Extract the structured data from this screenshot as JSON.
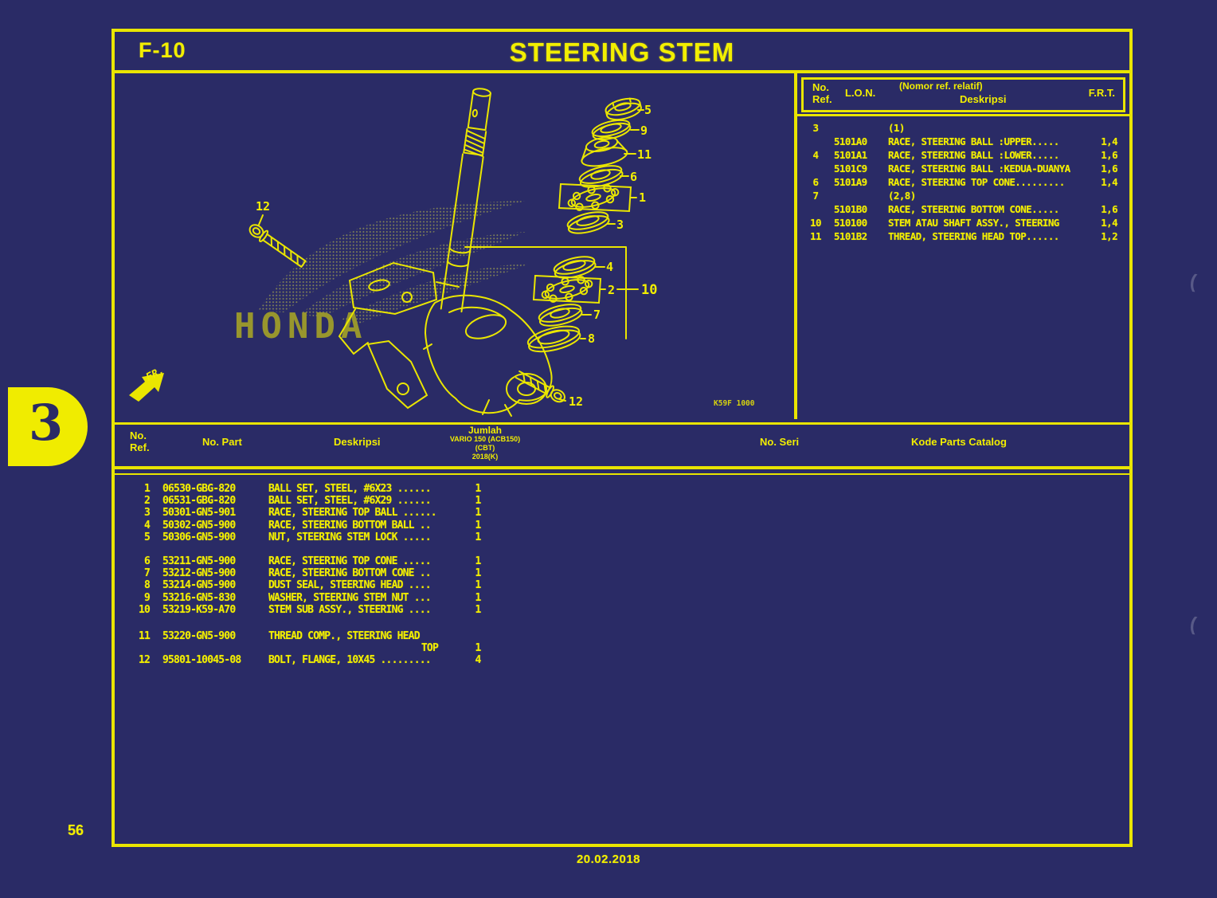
{
  "page": {
    "section_code": "F-10",
    "title": "STEERING STEM",
    "page_number": "56",
    "date": "20.02.2018",
    "tab_number": "3"
  },
  "ref_table": {
    "headers": {
      "no": "No.",
      "ref": "Ref.",
      "lon": "L.O.N.",
      "relatif": "(Nomor ref. relatif)",
      "deskripsi": "Deskripsi",
      "frt": "F.R.T."
    },
    "rows": [
      {
        "no_ref": "3",
        "lon": "",
        "desc": "(1)",
        "frt": ""
      },
      {
        "no_ref": "",
        "lon": "5101A0",
        "desc": "RACE, STEERING BALL :UPPER.....",
        "frt": "1,4"
      },
      {
        "no_ref": "4",
        "lon": "5101A1",
        "desc": "RACE, STEERING BALL :LOWER.....",
        "frt": "1,6"
      },
      {
        "no_ref": "",
        "lon": "5101C9",
        "desc": "RACE, STEERING BALL :KEDUA-DUANYA",
        "frt": "1,6"
      },
      {
        "no_ref": "6",
        "lon": "5101A9",
        "desc": "RACE, STEERING TOP CONE.........",
        "frt": "1,4"
      },
      {
        "no_ref": "7",
        "lon": "",
        "desc": "(2,8)",
        "frt": ""
      },
      {
        "no_ref": "",
        "lon": "5101B0",
        "desc": "RACE, STEERING BOTTOM CONE.....",
        "frt": "1,6"
      },
      {
        "no_ref": "10",
        "lon": "510100",
        "desc": "STEM ATAU SHAFT ASSY., STEERING",
        "frt": "1,4"
      },
      {
        "no_ref": "11",
        "lon": "5101B2",
        "desc": "THREAD, STEERING HEAD TOP......",
        "frt": "1,2"
      }
    ]
  },
  "parts_table": {
    "headers": {
      "no": "No.",
      "ref": "Ref.",
      "no_part": "No. Part",
      "deskripsi": "Deskripsi",
      "jumlah1": "Jumlah",
      "jumlah2": "VARIO 150 (ACB150)",
      "jumlah3": "(CBT)",
      "jumlah4": "2018(K)",
      "no_seri": "No. Seri",
      "kode": "Kode Parts Catalog"
    },
    "rows": [
      {
        "no_ref": "1",
        "no_part": "06530-GBG-820",
        "desc": "BALL SET, STEEL, #6X23 ......",
        "qty": "1"
      },
      {
        "no_ref": "2",
        "no_part": "06531-GBG-820",
        "desc": "BALL SET, STEEL, #6X29 ......",
        "qty": "1"
      },
      {
        "no_ref": "3",
        "no_part": "50301-GN5-901",
        "desc": "RACE, STEERING TOP BALL ......",
        "qty": "1"
      },
      {
        "no_ref": "4",
        "no_part": "50302-GN5-900",
        "desc": "RACE, STEERING BOTTOM BALL ..",
        "qty": "1"
      },
      {
        "no_ref": "5",
        "no_part": "50306-GN5-900",
        "desc": "NUT, STEERING STEM LOCK .....",
        "qty": "1"
      },
      {
        "no_ref": "6",
        "no_part": "53211-GN5-900",
        "desc": "RACE, STEERING TOP CONE .....",
        "qty": "1",
        "gap": "g1"
      },
      {
        "no_ref": "7",
        "no_part": "53212-GN5-900",
        "desc": "RACE, STEERING BOTTOM CONE ..",
        "qty": "1"
      },
      {
        "no_ref": "8",
        "no_part": "53214-GN5-900",
        "desc": "DUST SEAL, STEERING HEAD ....",
        "qty": "1"
      },
      {
        "no_ref": "9",
        "no_part": "53216-GN5-830",
        "desc": "WASHER, STEERING STEM NUT ...",
        "qty": "1"
      },
      {
        "no_ref": "10",
        "no_part": "53219-K59-A70",
        "desc": "STEM SUB ASSY., STEERING ....",
        "qty": "1"
      },
      {
        "no_ref": "11",
        "no_part": "53220-GN5-900",
        "desc": "THREAD COMP., STEERING HEAD",
        "desc_line2": "TOP",
        "qty": "1",
        "gap": "g2"
      },
      {
        "no_ref": "12",
        "no_part": "95801-10045-08",
        "desc": "BOLT, FLANGE, 10X45 .........",
        "qty": "4"
      }
    ]
  },
  "diagram": {
    "watermark": "HONDA",
    "fr_label": "FR.",
    "code": "K59F 1000",
    "labels": {
      "p5": "5",
      "p9": "9",
      "p11": "11",
      "p6": "6",
      "p1": "1",
      "p3": "3",
      "p4": "4",
      "p2": "2",
      "p10": "10",
      "p7": "7",
      "p8": "8",
      "bolt_top": "12",
      "bolt_bottom": "12"
    }
  },
  "artifacts": {
    "paren_top": "(",
    "paren_bottom": "("
  }
}
